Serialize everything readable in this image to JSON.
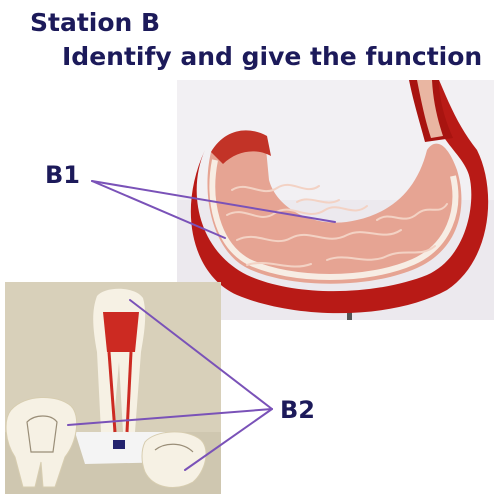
{
  "header": {
    "line1": "Station B",
    "line2": "Identify and give the function"
  },
  "labels": {
    "b1": "B1",
    "b2": "B2"
  },
  "colors": {
    "title_text": "#1c1a5a",
    "pointer_line": "#7a52b8",
    "stomach_wall": "#b81a16",
    "stomach_lining": "#e6a493",
    "tooth_pulp": "#cc2a22",
    "tooth_body": "#f6f1e4"
  }
}
